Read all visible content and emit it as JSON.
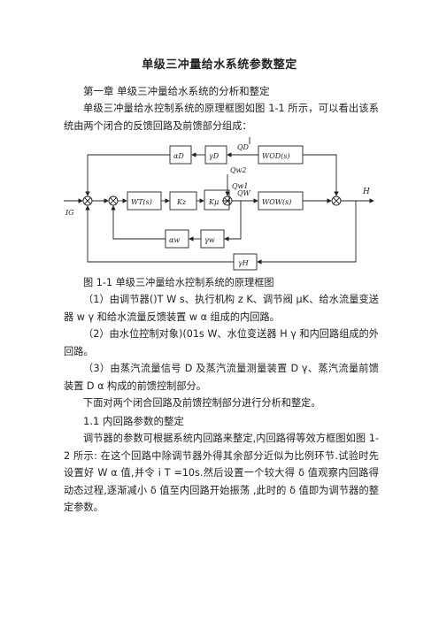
{
  "title": "单级三冲量给水系统参数整定",
  "chapter_heading": "第一章 单级三冲量给水系统的分析和整定",
  "intro": "单级三冲量给水控制系统的原理框图如图 1-1 所示，可以看出该系统由两个闭合的反馈回路及前馈部分组成：",
  "figure": {
    "caption": "图 1-1 单级三冲量给水控制系统的原理框图",
    "blocks": {
      "alpha_d": "αD",
      "gamma_d": "γD",
      "q_d": "QD",
      "w_od": "WOD(s)",
      "w_t": "WT(s)",
      "k_z": "Kz",
      "k_mu": "Kμ",
      "w_ow": "WOW(s)",
      "alpha_w": "αw",
      "gamma_w": "γw",
      "gamma_h": "γH"
    },
    "signals": {
      "i_g": "IG",
      "q_w1": "Qw1",
      "q_w2": "Qw2",
      "q_w": "QW",
      "h": "H"
    }
  },
  "items": [
    "（1）由调节器()T W s、执行机构 z K、调节阀 μK、给水流量变送器 w γ 和给水流量反馈装置 w α 组成的内回路。",
    "（2）由水位控制对象)(01s W、水位变送器 H γ 和内回路组成的外回路。",
    "（3）由蒸汽流量信号 D 及蒸汽流量测量装置 D γ、蒸汽流量前馈装置 D α 构成的前馈控制部分。"
  ],
  "summary": "下面对两个闭合回路及前馈控制部分进行分析和整定。",
  "section_heading": "1.1 内回路参数的整定",
  "section_body": "调节器的参数可根据系统内回路来整定,内回路得等效方框图如图 1-2 所示: 在这个回路中除调节器外得其余部分近似为比例环节.试验时先设置好 W α 值,并令 i T =10s.然后设置一个较大得 δ 值观察内回路得动态过程,逐渐减小 δ 值至内回路开始振荡 ,此时的 δ 值即为调节器的整定参数。"
}
